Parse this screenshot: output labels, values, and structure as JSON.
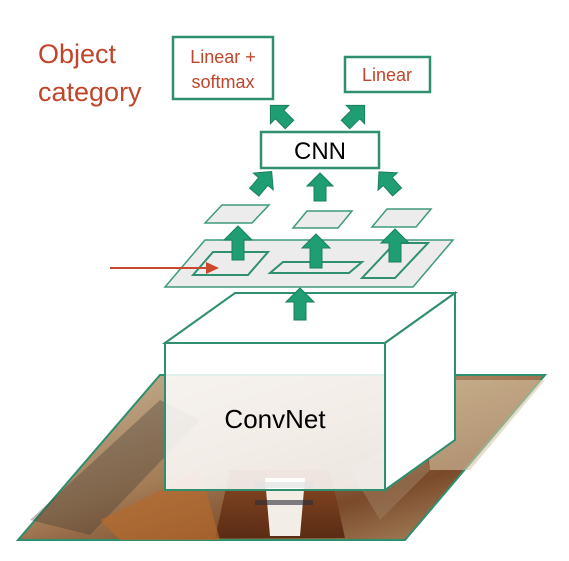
{
  "diagram": {
    "title_line1": "Object",
    "title_line2": "category",
    "box_linear_softmax_line1": "Linear +",
    "box_linear_softmax_line2": "softmax",
    "box_linear": "Linear",
    "box_cnn": "CNN",
    "box_convnet": "ConvNet"
  },
  "colors": {
    "accent_green": "#1f9e74",
    "box_border": "#2f8f6f",
    "title_red": "#c0452a",
    "pointer_red": "#c9492c",
    "plane_fill": "#ededed",
    "plane_border": "#3f9a7b"
  }
}
